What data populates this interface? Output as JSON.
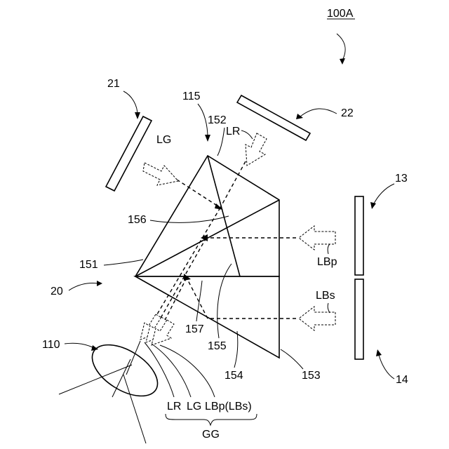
{
  "labels": {
    "figure_ref": "100A",
    "n21": "21",
    "n22": "22",
    "n115": "115",
    "n152": "152",
    "n13": "13",
    "n14": "14",
    "n156": "156",
    "n151": "151",
    "n20": "20",
    "n110": "110",
    "n157": "157",
    "n155": "155",
    "n154": "154",
    "n153": "153",
    "LG": "LG",
    "LR": "LR",
    "LBp": "LBp",
    "LBs": "LBs",
    "out_LR": "LR",
    "out_LG": "LG",
    "out_LBp": "LBp(LBs)",
    "GG": "GG"
  }
}
